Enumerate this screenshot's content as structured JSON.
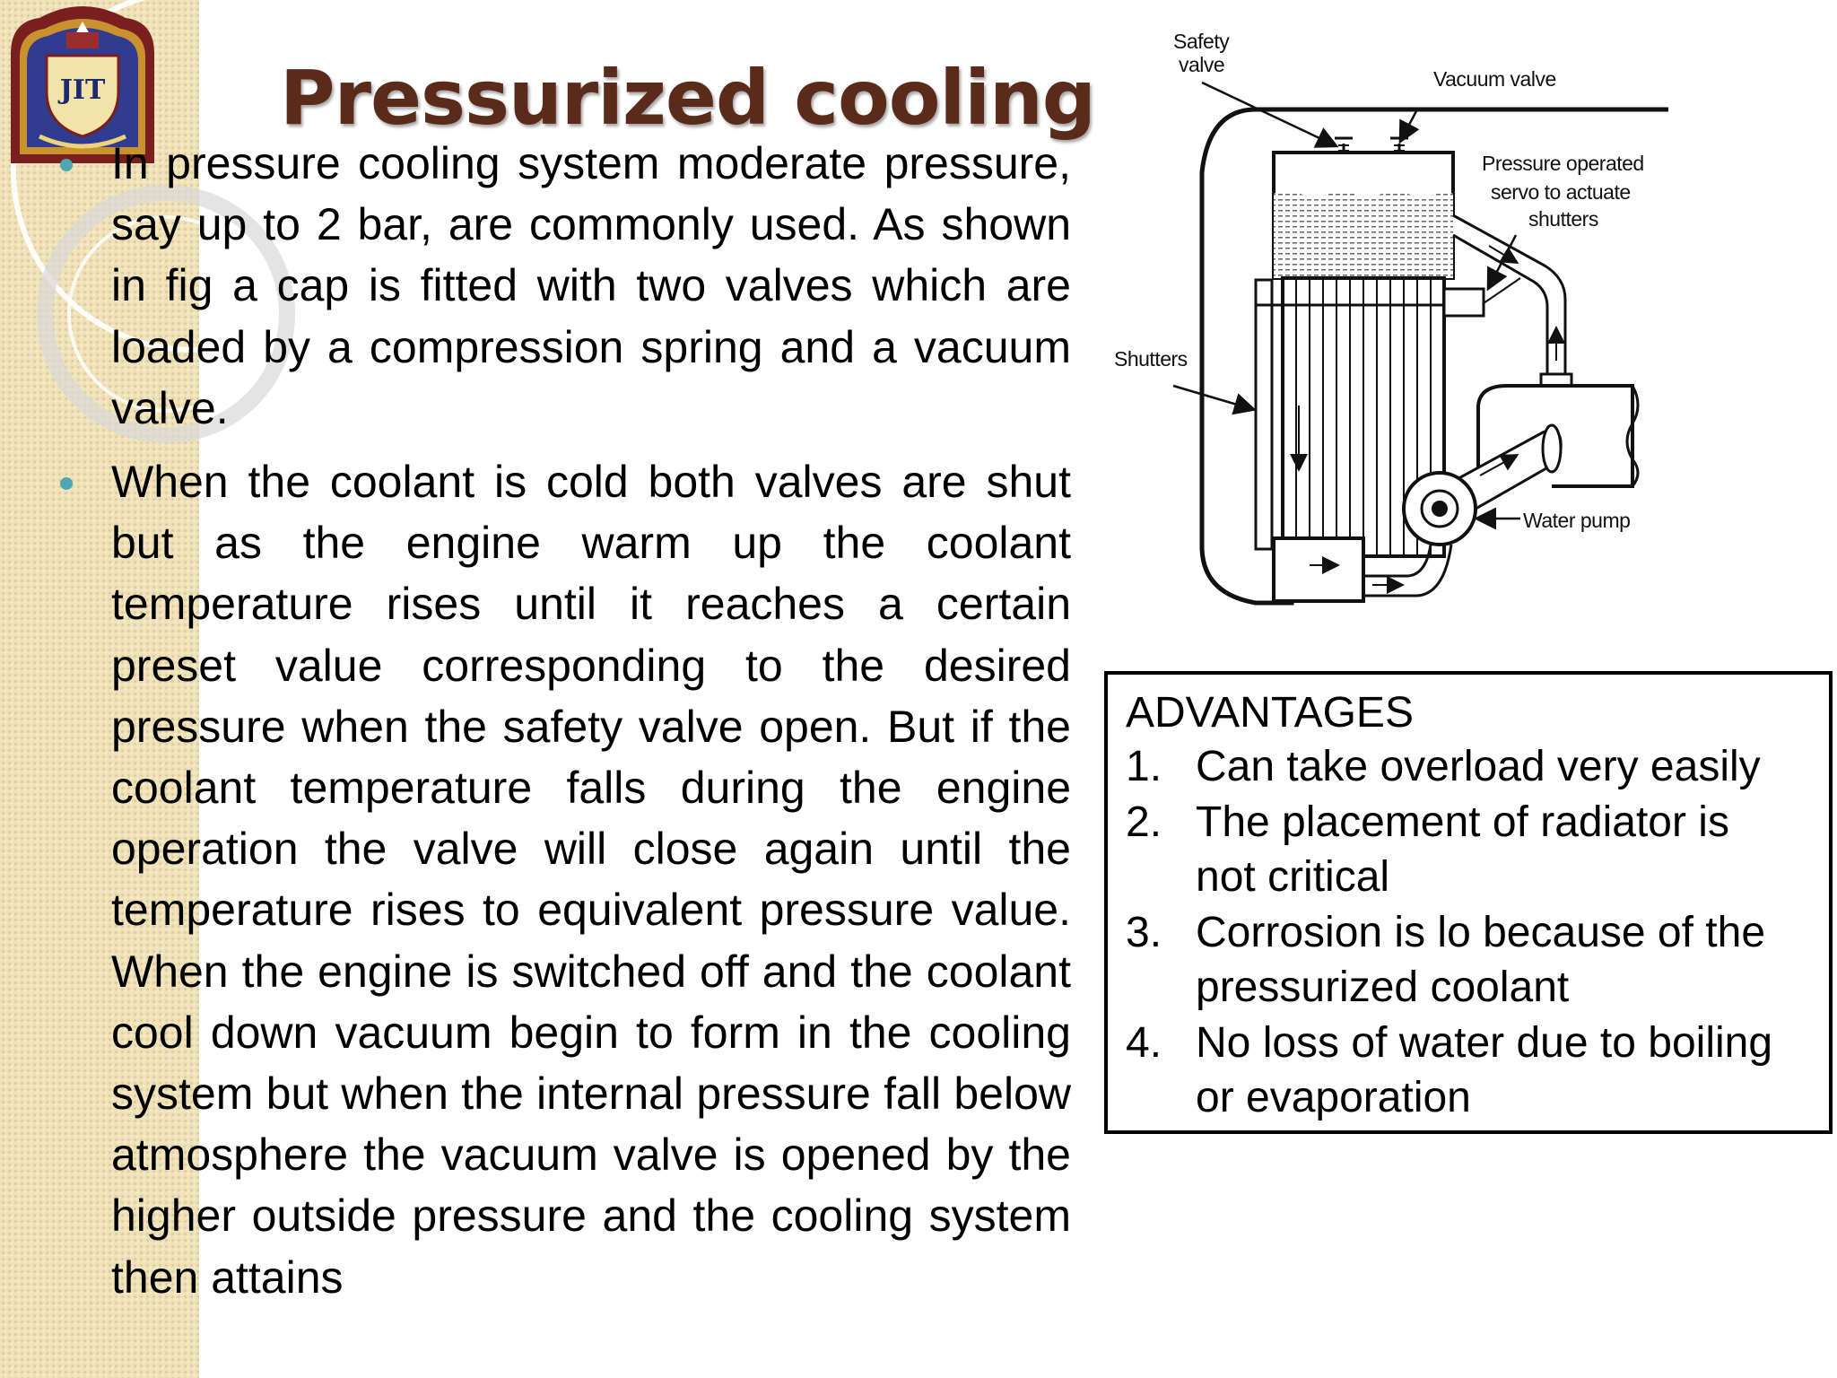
{
  "slide": {
    "title": "Pressurized cooling",
    "logo_text": "JIT",
    "paragraphs": [
      "In pressure cooling system moderate pressure, say up to 2 bar, are commonly used. As shown in fig a cap is fitted with two valves which are loaded by a compression spring and a vacuum valve.",
      "When the coolant is cold both valves are shut but as the engine warm up the coolant temperature rises until it reaches a certain preset value corresponding to the desired pressure when the safety valve open. But if the coolant temperature falls during the engine operation the valve will close again until the temperature rises to equivalent pressure value. When the engine is switched off and the coolant cool down vacuum begin to form in the cooling system but when the internal pressure fall below atmosphere the vacuum valve is opened by the higher outside pressure and the cooling system then attains"
    ]
  },
  "diagram": {
    "labels": {
      "safety_1": "Safety",
      "safety_2": "valve",
      "vacuum": "Vacuum valve",
      "servo_1": "Pressure operated",
      "servo_2": "servo to actuate",
      "servo_3": "shutters",
      "shutters": "Shutters",
      "pump": "Water pump"
    }
  },
  "advantages": {
    "heading": "ADVANTAGES",
    "items": [
      {
        "num": "1.",
        "lines": [
          "Can take overload very easily"
        ]
      },
      {
        "num": "2.",
        "lines": [
          "The placement of radiator is",
          "not critical"
        ]
      },
      {
        "num": "3.",
        "lines": [
          "Corrosion is lo because of the",
          "pressurized coolant"
        ]
      },
      {
        "num": "4.",
        "lines": [
          "No loss of water due to boiling",
          "or evaporation"
        ]
      }
    ]
  }
}
